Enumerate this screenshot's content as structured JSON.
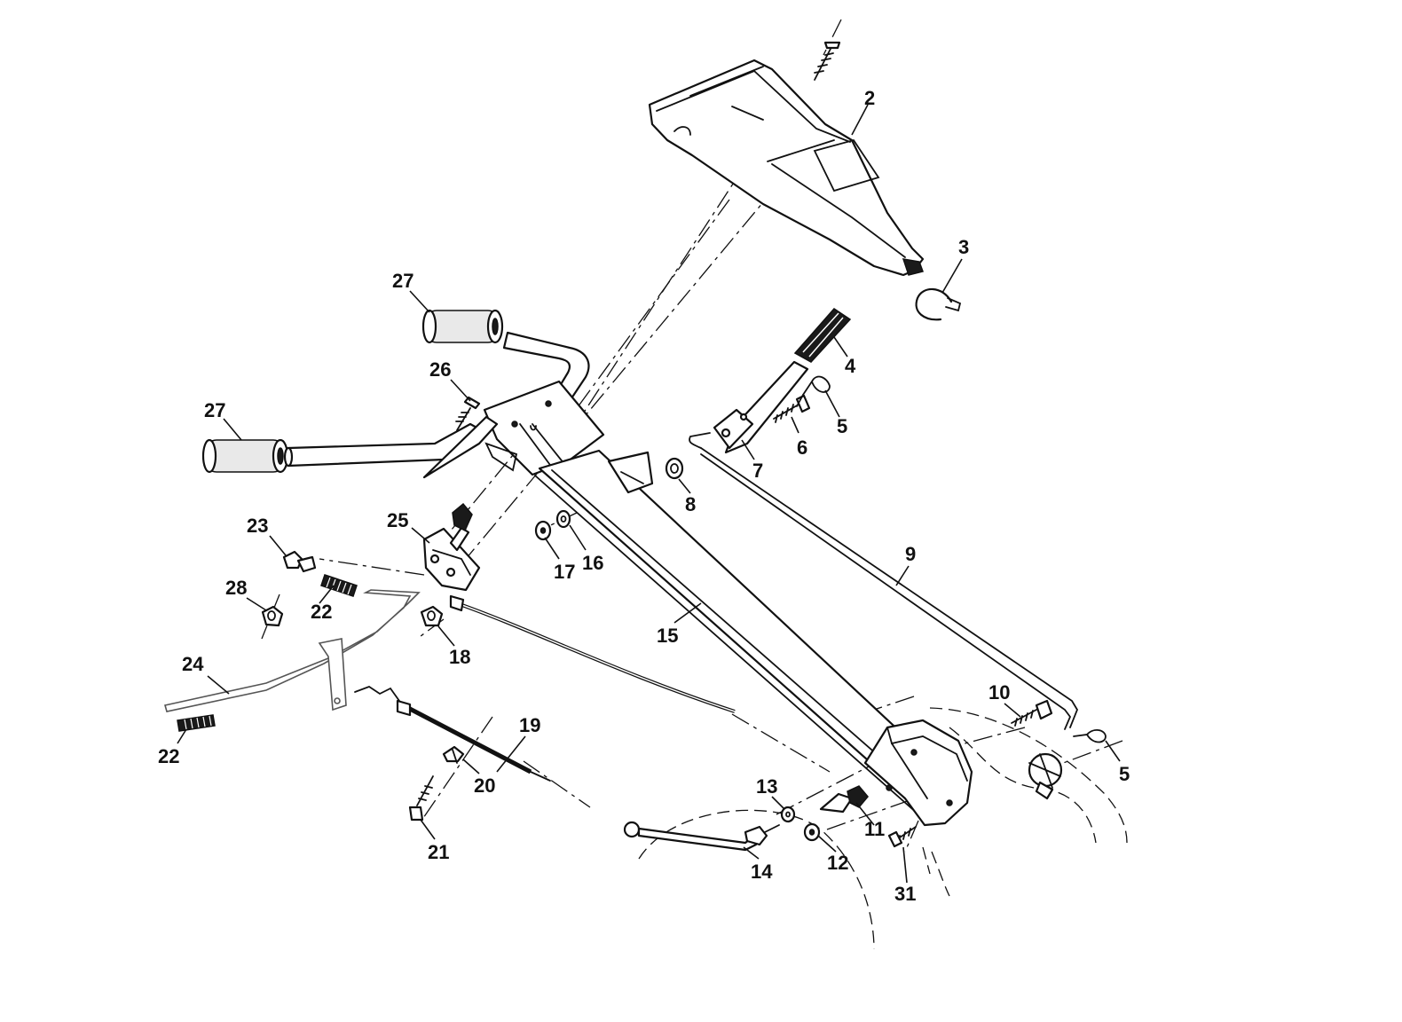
{
  "callouts": [
    {
      "id": "c2",
      "label": "2"
    },
    {
      "id": "c3",
      "label": "3"
    },
    {
      "id": "c4",
      "label": "4"
    },
    {
      "id": "c5a",
      "label": "5"
    },
    {
      "id": "c5b",
      "label": "5"
    },
    {
      "id": "c6",
      "label": "6"
    },
    {
      "id": "c7",
      "label": "7"
    },
    {
      "id": "c8",
      "label": "8"
    },
    {
      "id": "c9",
      "label": "9"
    },
    {
      "id": "c10",
      "label": "10"
    },
    {
      "id": "c11",
      "label": "11"
    },
    {
      "id": "c12",
      "label": "12"
    },
    {
      "id": "c13",
      "label": "13"
    },
    {
      "id": "c14",
      "label": "14"
    },
    {
      "id": "c15",
      "label": "15"
    },
    {
      "id": "c16",
      "label": "16"
    },
    {
      "id": "c17",
      "label": "17"
    },
    {
      "id": "c18",
      "label": "18"
    },
    {
      "id": "c19",
      "label": "19"
    },
    {
      "id": "c20",
      "label": "20"
    },
    {
      "id": "c21",
      "label": "21"
    },
    {
      "id": "c22a",
      "label": "22"
    },
    {
      "id": "c22b",
      "label": "22"
    },
    {
      "id": "c23",
      "label": "23"
    },
    {
      "id": "c24",
      "label": "24"
    },
    {
      "id": "c25",
      "label": "25"
    },
    {
      "id": "c26",
      "label": "26"
    },
    {
      "id": "c27a",
      "label": "27"
    },
    {
      "id": "c27b",
      "label": "27"
    },
    {
      "id": "c28",
      "label": "28"
    },
    {
      "id": "c31",
      "label": "31"
    }
  ]
}
